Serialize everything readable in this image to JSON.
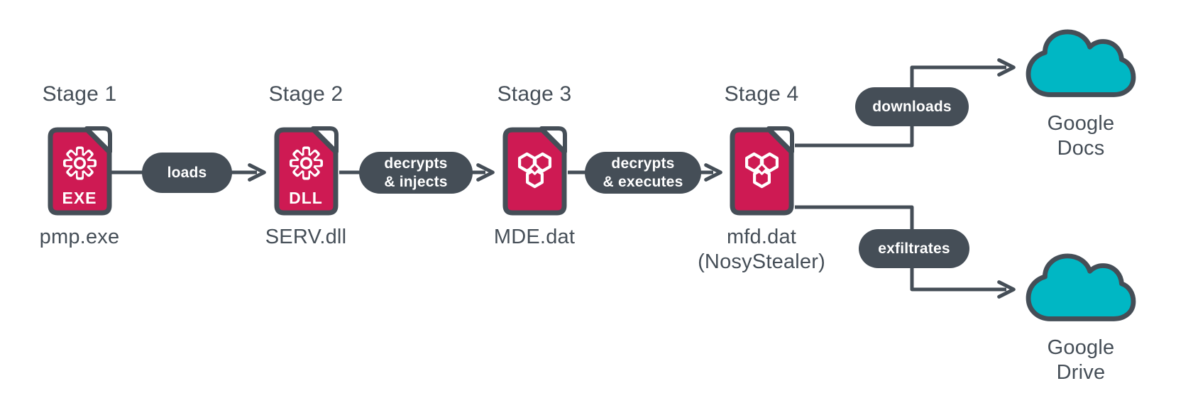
{
  "colors": {
    "file_fill": "#ce1a53",
    "outline_slate": "#454e57",
    "cloud_fill": "#00b7c4",
    "pill_background": "#454e57",
    "text": "#454e57",
    "background": "#ffffff"
  },
  "stages": [
    {
      "title": "Stage 1",
      "badge": "EXE",
      "file_name": "pmp.exe",
      "icon": "gear-file"
    },
    {
      "title": "Stage 2",
      "badge": "DLL",
      "file_name": "SERV.dll",
      "icon": "gear-file"
    },
    {
      "title": "Stage 3",
      "badge": "",
      "file_name": "MDE.dat",
      "icon": "malware-file"
    },
    {
      "title": "Stage 4",
      "badge": "",
      "file_name": "mfd.dat\n(NosyStealer)",
      "icon": "malware-file"
    }
  ],
  "connectors": [
    {
      "label": "loads"
    },
    {
      "label": "decrypts\n& injects"
    },
    {
      "label": "decrypts\n& executes"
    },
    {
      "label": "downloads"
    },
    {
      "label": "exfiltrates"
    }
  ],
  "destinations": [
    {
      "label": "Google\nDocs"
    },
    {
      "label": "Google\nDrive"
    }
  ]
}
